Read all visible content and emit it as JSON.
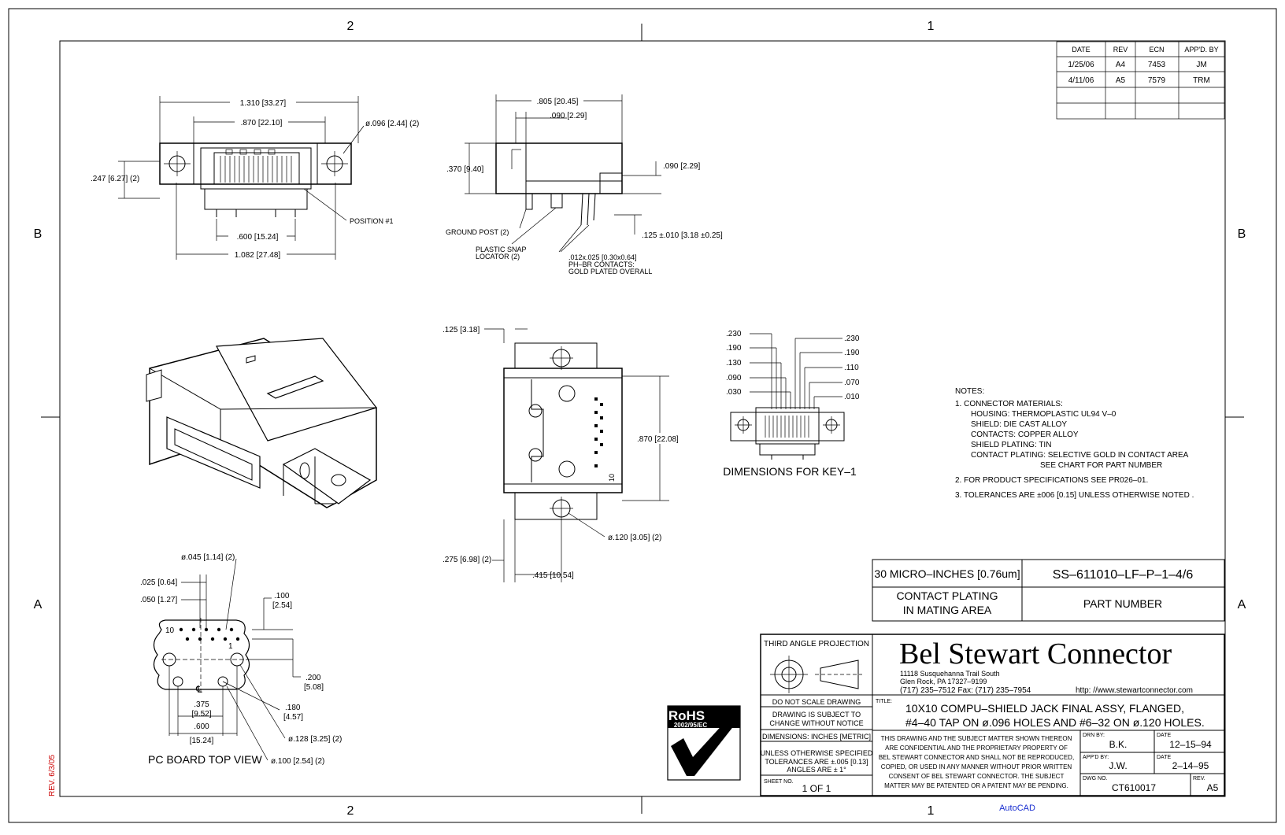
{
  "border": {
    "zones_top": [
      "2",
      "1"
    ],
    "zones_side": [
      "B",
      "A"
    ],
    "rev_stamp": "REV. 6/3/05",
    "autocad": "AutoCAD"
  },
  "revision_table": {
    "headers": [
      "DATE",
      "REV",
      "ECN",
      "APP'D. BY"
    ],
    "rows": [
      [
        "1/25/06",
        "A4",
        "7453",
        "JM"
      ],
      [
        "4/11/06",
        "A5",
        "7579",
        "TRM"
      ]
    ]
  },
  "front_view": {
    "dim_overall": "1.310 [33.27]",
    "dim_inner": ".870 [22.10]",
    "dim_hole": "ø.096 [2.44] (2)",
    "dim_height": ".247 [6.27] (2)",
    "dim_pitch": ".600 [15.24]",
    "dim_bottom": "1.082 [27.48]",
    "position_label": "POSITION #1"
  },
  "side_view": {
    "dim_depth": ".805 [20.45]",
    "dim_offset": ".090 [2.29]",
    "dim_height": ".370 [9.40]",
    "dim_right": ".090 [2.29]",
    "dim_tail": ".125 ±.010 [3.18 ±0.25]",
    "ground_post": "GROUND POST (2)",
    "snap_line1": "PLASTIC SNAP",
    "snap_line2": "LOCATOR (2)",
    "contacts_line1": ".012x.025 [0.30x0.64]",
    "contacts_line2": "PH–BR CONTACTS:",
    "contacts_line3": "GOLD PLATED OVERALL"
  },
  "top_view": {
    "dim_top": ".125 [3.18]",
    "dim_height": ".870 [22.08]",
    "dim_hole": "ø.120 [3.05] (2)",
    "dim_left": ".275 [6.98] (2)",
    "dim_width": ".415 [10.54]",
    "pin_label": "10"
  },
  "key_view": {
    "left_dims": [
      ".230",
      ".190",
      ".130",
      ".090",
      ".030"
    ],
    "right_dims": [
      ".230",
      ".190",
      ".110",
      ".070",
      ".010"
    ],
    "caption": "DIMENSIONS FOR KEY–1"
  },
  "pcb_view": {
    "dim_hole_small": "ø.045 [1.14] (2)",
    "dim_025": ".025 [0.64]",
    "dim_050": ".050 [1.27]",
    "dim_100_a": ".100",
    "dim_100_b": "[2.54]",
    "dim_200_a": ".200",
    "dim_200_b": "[5.08]",
    "dim_375_a": ".375",
    "dim_375_b": "[9.52]",
    "dim_600_a": ".600",
    "dim_600_b": "[15.24]",
    "dim_180_a": ".180",
    "dim_180_b": "[4.57]",
    "dim_128": "ø.128 [3.25] (2)",
    "dim_100_hole": "ø.100 [2.54] (2)",
    "pin_10": "10",
    "pin_1": "1",
    "centerline": "℄",
    "caption": "PC BOARD TOP VIEW"
  },
  "notes": {
    "heading": "NOTES:",
    "lines": [
      "1.  CONNECTOR MATERIALS:",
      "HOUSING:   THERMOPLASTIC UL94 V–0",
      "SHIELD:   DIE CAST ALLOY",
      "CONTACTS:   COPPER ALLOY",
      "SHIELD PLATING:   TIN",
      "CONTACT PLATING:  SELECTIVE GOLD IN CONTACT AREA",
      "SEE CHART FOR PART NUMBER",
      "2.  FOR PRODUCT SPECIFICATIONS SEE PR026–01.",
      "3.  TOLERANCES ARE ±006 [0.15] UNLESS OTHERWISE NOTED ."
    ]
  },
  "plating_table": {
    "plating_value": "30 MICRO–INCHES [0.76um]",
    "part_number_value": "SS–611010–LF–P–1–4/6",
    "plating_label_1": "CONTACT PLATING",
    "plating_label_2": "IN MATING AREA",
    "part_number_label": "PART NUMBER"
  },
  "rohs": {
    "title": "RoHS",
    "directive": "2002/95/EC"
  },
  "title_block": {
    "projection": "THIRD ANGLE PROJECTION",
    "company": "Bel Stewart Connector",
    "address1": "11118 Susquehanna Trail South",
    "address2": "Glen Rock, PA  17327–9199",
    "phone": "(717) 235–7512   Fax: (717) 235–7954",
    "website": "http: //www.stewartconnector.com",
    "no_scale": "DO NOT SCALE DRAWING",
    "subject_1": "DRAWING IS SUBJECT TO",
    "subject_2": "CHANGE WITHOUT NOTICE",
    "dimensions": "DIMENSIONS: INCHES [METRIC]",
    "tol_1": "UNLESS OTHERWISE SPECIFIED",
    "tol_2": "TOLERANCES ARE ±.005 [0.13]",
    "tol_3": "ANGLES ARE ± 1°",
    "sheet_label": "SHEET NO.",
    "sheet_value": "1  OF  1",
    "title_label": "TITLE:",
    "title_line1": "10X10 COMPU–SHIELD JACK FINAL ASSY, FLANGED,",
    "title_line2": "#4–40 TAP ON ø.096 HOLES AND #6–32 ON ø.120 HOLES.",
    "confidential": [
      "THIS DRAWING AND THE SUBJECT MATTER SHOWN THEREON",
      "ARE CONFIDENTIAL AND THE PROPRIETARY PROPERTY OF",
      "BEL STEWART CONNECTOR AND SHALL NOT BE REPRODUCED,",
      "COPIED, OR USED IN ANY MANNER WITHOUT PRIOR WRITTEN",
      "CONSENT OF BEL STEWART CONNECTOR.   THE SUBJECT",
      "MATTER MAY BE PATENTED OR A PATENT MAY BE PENDING."
    ],
    "drn_label": "DRN BY:",
    "drn_value": "B.K.",
    "date_label": "DATE",
    "drn_date": "12–15–94",
    "appd_label": "APP'D BY:",
    "appd_value": "J.W.",
    "appd_date": "2–14–95",
    "dwg_label": "DWG NO.",
    "dwg_value": "CT610017",
    "rev_label": "REV.",
    "rev_value": "A5"
  }
}
